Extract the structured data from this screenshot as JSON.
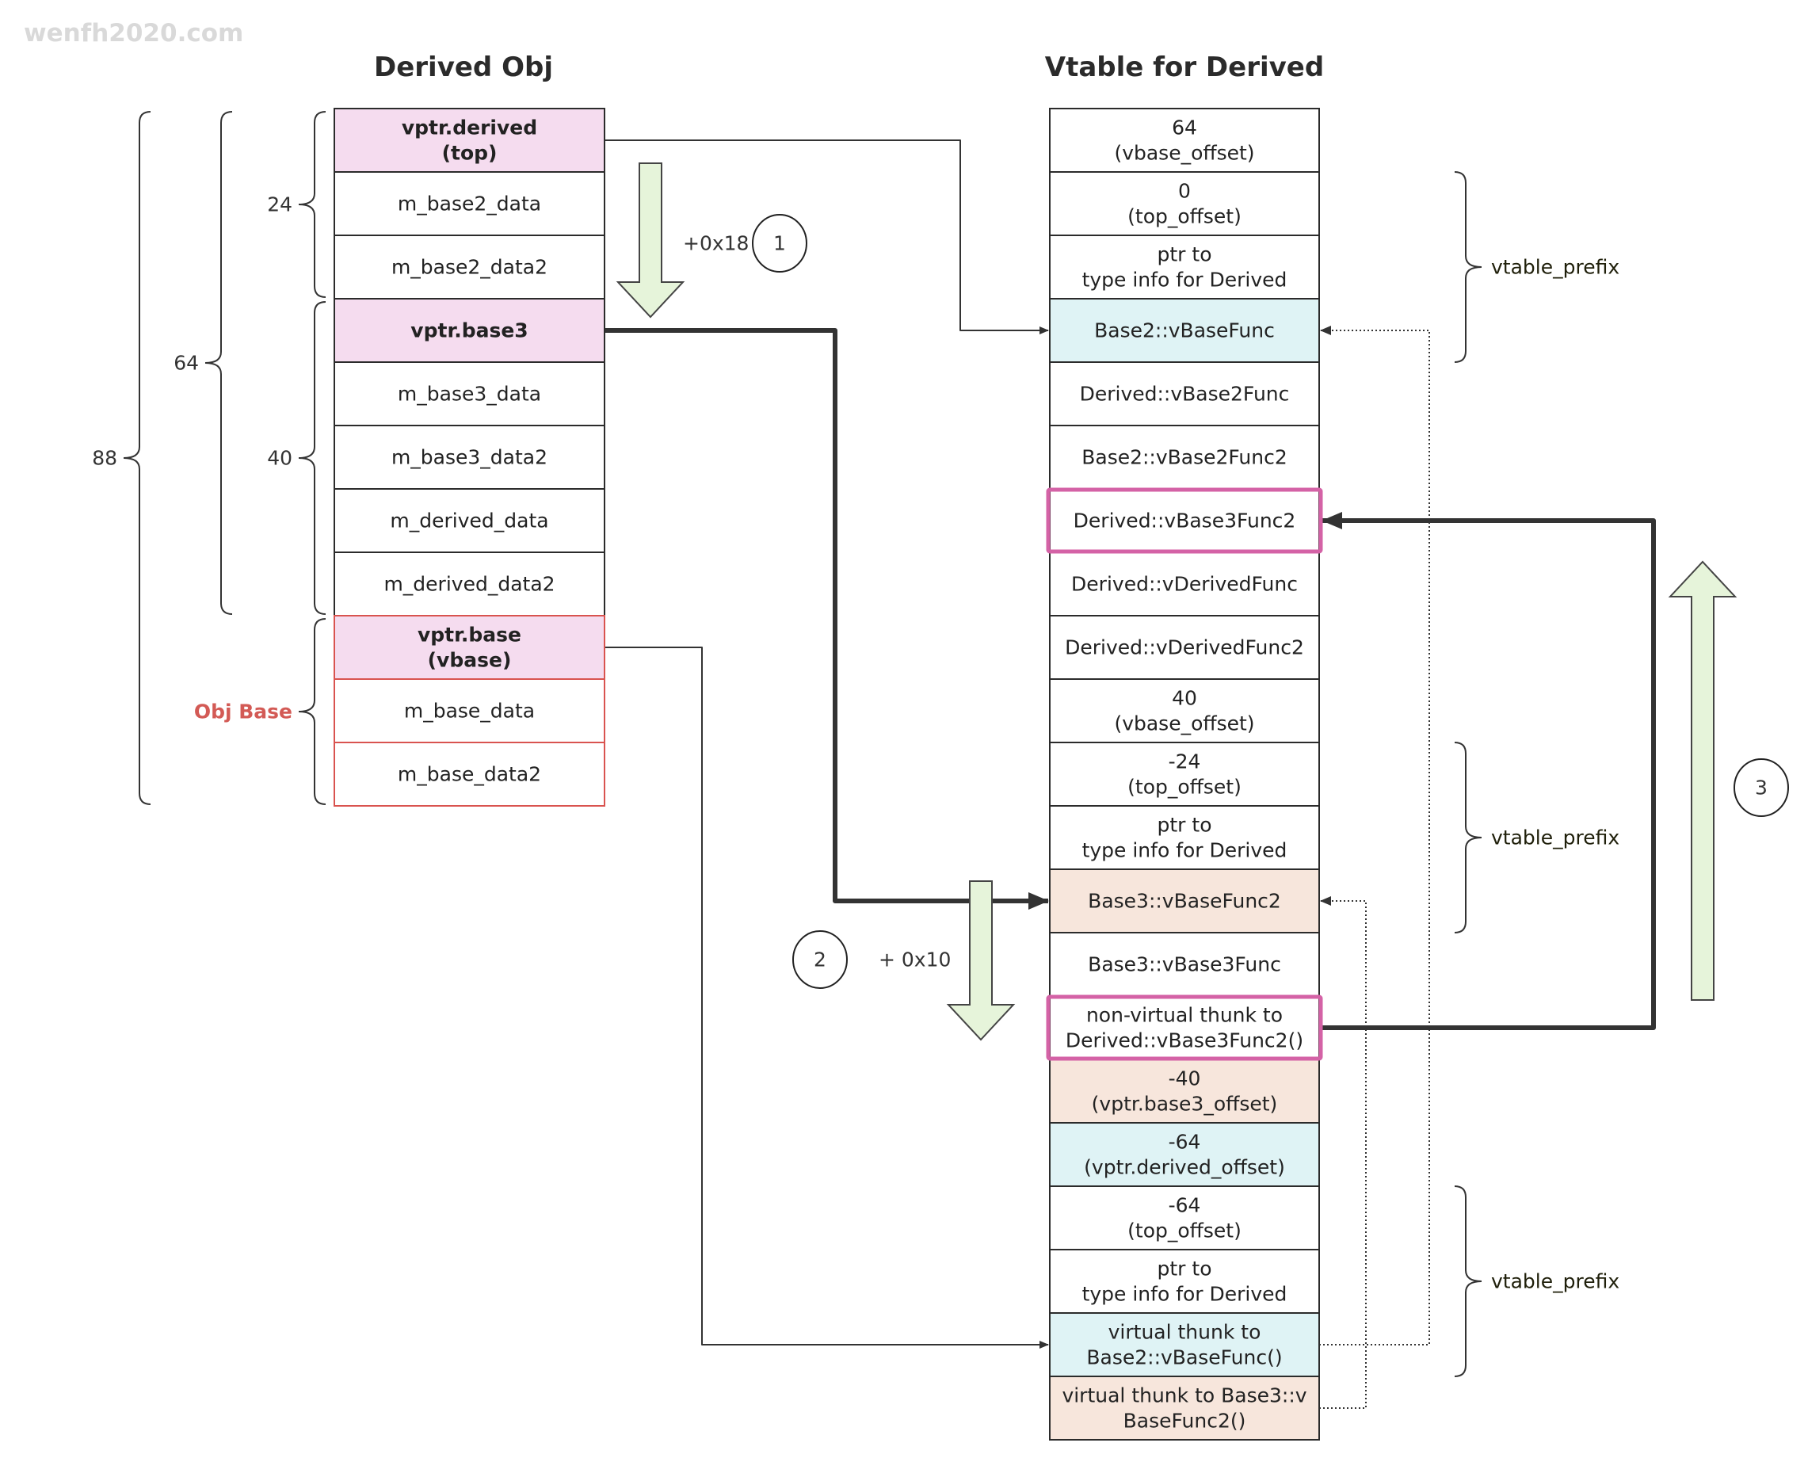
{
  "watermark": "wenfh2020.com",
  "derived_obj": {
    "title": "Derived Obj",
    "rows": [
      {
        "lines": [
          "vptr.derived",
          "(top)"
        ],
        "bold": true,
        "fill": "#f5dcef",
        "stroke": "#2b2b2b"
      },
      {
        "lines": [
          "m_base2_data"
        ],
        "bold": false,
        "fill": "#ffffff",
        "stroke": "#2b2b2b"
      },
      {
        "lines": [
          "m_base2_data2"
        ],
        "bold": false,
        "fill": "#ffffff",
        "stroke": "#2b2b2b"
      },
      {
        "lines": [
          "vptr.base3"
        ],
        "bold": true,
        "fill": "#f5dcef",
        "stroke": "#2b2b2b"
      },
      {
        "lines": [
          "m_base3_data"
        ],
        "bold": false,
        "fill": "#ffffff",
        "stroke": "#2b2b2b"
      },
      {
        "lines": [
          "m_base3_data2"
        ],
        "bold": false,
        "fill": "#ffffff",
        "stroke": "#2b2b2b"
      },
      {
        "lines": [
          "m_derived_data"
        ],
        "bold": false,
        "fill": "#ffffff",
        "stroke": "#2b2b2b"
      },
      {
        "lines": [
          "m_derived_data2"
        ],
        "bold": false,
        "fill": "#ffffff",
        "stroke": "#2b2b2b"
      },
      {
        "lines": [
          "vptr.base",
          "(vbase)"
        ],
        "bold": true,
        "fill": "#f5dcef",
        "stroke": "#d9534f"
      },
      {
        "lines": [
          "m_base_data"
        ],
        "bold": false,
        "fill": "#ffffff",
        "stroke": "#d9534f"
      },
      {
        "lines": [
          "m_base_data2"
        ],
        "bold": false,
        "fill": "#ffffff",
        "stroke": "#d9534f"
      }
    ],
    "braces": [
      {
        "label": "24",
        "from_row": 0,
        "to_row": 3,
        "column": 0,
        "color": "#333333"
      },
      {
        "label": "40",
        "from_row": 3,
        "to_row": 8,
        "column": 0,
        "color": "#333333"
      },
      {
        "label": "Obj Base",
        "from_row": 8,
        "to_row": 11,
        "column": 0,
        "color": "#d35a55"
      },
      {
        "label": "64",
        "from_row": 0,
        "to_row": 8,
        "column": 1,
        "color": "#333333"
      },
      {
        "label": "88",
        "from_row": 0,
        "to_row": 11,
        "column": 2,
        "color": "#333333"
      }
    ]
  },
  "vtable": {
    "title": "Vtable for Derived",
    "rows": [
      {
        "lines": [
          "64",
          "(vbase_offset)"
        ],
        "fill": "#ffffff",
        "highlight": false
      },
      {
        "lines": [
          "0",
          "(top_offset)"
        ],
        "fill": "#ffffff",
        "highlight": false
      },
      {
        "lines": [
          "ptr to",
          "type info for Derived"
        ],
        "fill": "#ffffff",
        "highlight": false
      },
      {
        "lines": [
          "Base2::vBaseFunc"
        ],
        "fill": "#dff3f5",
        "highlight": false
      },
      {
        "lines": [
          "Derived::vBase2Func"
        ],
        "fill": "#ffffff",
        "highlight": false
      },
      {
        "lines": [
          "Base2::vBase2Func2"
        ],
        "fill": "#ffffff",
        "highlight": false
      },
      {
        "lines": [
          "Derived::vBase3Func2"
        ],
        "fill": "#ffffff",
        "highlight": true
      },
      {
        "lines": [
          "Derived::vDerivedFunc"
        ],
        "fill": "#ffffff",
        "highlight": false
      },
      {
        "lines": [
          "Derived::vDerivedFunc2"
        ],
        "fill": "#ffffff",
        "highlight": false
      },
      {
        "lines": [
          "40",
          "(vbase_offset)"
        ],
        "fill": "#ffffff",
        "highlight": false
      },
      {
        "lines": [
          "-24",
          "(top_offset)"
        ],
        "fill": "#ffffff",
        "highlight": false
      },
      {
        "lines": [
          "ptr to",
          "type info for Derived"
        ],
        "fill": "#ffffff",
        "highlight": false
      },
      {
        "lines": [
          "Base3::vBaseFunc2"
        ],
        "fill": "#f7e6dc",
        "highlight": false
      },
      {
        "lines": [
          "Base3::vBase3Func"
        ],
        "fill": "#ffffff",
        "highlight": false
      },
      {
        "lines": [
          "non-virtual thunk to",
          "Derived::vBase3Func2()"
        ],
        "fill": "#ffffff",
        "highlight": true
      },
      {
        "lines": [
          "-40",
          "(vptr.base3_offset)"
        ],
        "fill": "#f7e6dc",
        "highlight": false
      },
      {
        "lines": [
          "-64",
          "(vptr.derived_offset)"
        ],
        "fill": "#dff3f5",
        "highlight": false
      },
      {
        "lines": [
          "-64",
          "(top_offset)"
        ],
        "fill": "#ffffff",
        "highlight": false
      },
      {
        "lines": [
          "ptr to",
          "type info for Derived"
        ],
        "fill": "#ffffff",
        "highlight": false
      },
      {
        "lines": [
          "virtual thunk to",
          "Base2::vBaseFunc()"
        ],
        "fill": "#dff3f5",
        "highlight": false
      },
      {
        "lines": [
          "virtual thunk to Base3::v",
          "BaseFunc2()"
        ],
        "fill": "#f7e6dc",
        "highlight": false
      }
    ],
    "highlight_color": "#d462a6",
    "prefix_braces": [
      {
        "label": "vtable_prefix",
        "from_row": 1,
        "to_row": 4
      },
      {
        "label": "vtable_prefix",
        "from_row": 10,
        "to_row": 13
      },
      {
        "label": "vtable_prefix",
        "from_row": 17,
        "to_row": 20
      }
    ]
  },
  "pointers": [
    {
      "name": "vptr-derived-to-base2-vbasefunc",
      "from_obj_row": 0,
      "to_vtable_row": 3,
      "bend": "a",
      "style": "thin"
    },
    {
      "name": "vptr-base3-to-base3-vbasefunc2",
      "from_obj_row": 3,
      "to_vtable_row": 12,
      "bend": "b",
      "style": "thick"
    },
    {
      "name": "vptr-base-to-virtual-thunk-base2",
      "from_obj_row": 8,
      "to_vtable_row": 19,
      "bend": "c",
      "style": "thin"
    }
  ],
  "thunk_links": [
    {
      "name": "thunk-link-base2",
      "from_vtable_row": 19,
      "to_vtable_row": 3,
      "lane": "outer"
    },
    {
      "name": "thunk-link-base3",
      "from_vtable_row": 20,
      "to_vtable_row": 12,
      "lane": "inner"
    }
  ],
  "thunk_jump": {
    "from_vtable_row": 14,
    "to_vtable_row": 6
  },
  "steps": [
    {
      "number": "1",
      "offset_label": "+0x18",
      "direction": "down"
    },
    {
      "number": "2",
      "offset_label": "+ 0x10",
      "direction": "down"
    },
    {
      "number": "3",
      "offset_label": "",
      "direction": "up"
    }
  ],
  "colors": {
    "arrow_fill": "#e6f4da",
    "line": "#333333"
  }
}
